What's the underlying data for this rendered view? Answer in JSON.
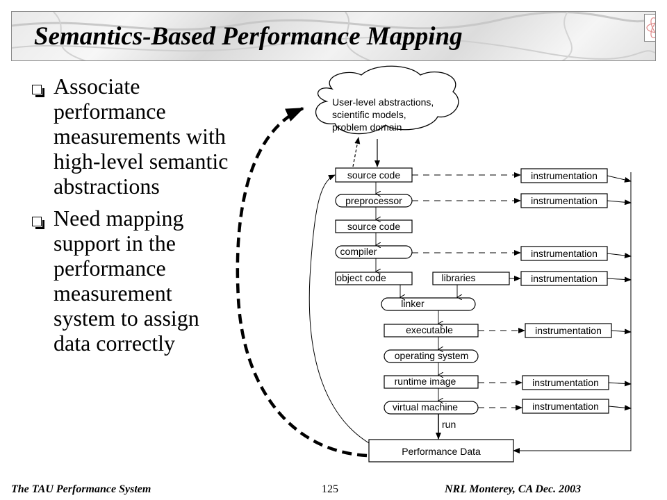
{
  "slide": {
    "title": "Semantics-Based Performance Mapping",
    "logo_symbol": "τ",
    "bullets": [
      "Associate performance measurements with high-level semantic abstractions",
      "Need mapping support in the performance measurement system to assign data correctly"
    ]
  },
  "diagram": {
    "cloud_lines": [
      "User-level abstractions,",
      "scientific models,",
      "problem domain"
    ],
    "nodes": {
      "source_code_1": "source code",
      "preprocessor": "preprocessor",
      "source_code_2": "source code",
      "compiler": "compiler",
      "object_code": "object code",
      "libraries": "libraries",
      "linker": "linker",
      "executable": "executable",
      "operating_system": "operating system",
      "runtime_image": "runtime image",
      "virtual_machine": "virtual machine",
      "run": "run",
      "performance_data": "Performance Data"
    },
    "instrumentation_label": "instrumentation"
  },
  "footer": {
    "left": "The TAU Performance System",
    "page": "125",
    "right": "NRL Monterey, CA Dec. 2003"
  },
  "colors": {
    "accent": "#cc0000",
    "ink": "#000000"
  },
  "icons": {
    "bullet": "checkbox-bullet-icon",
    "logo": "tau-logo-icon"
  }
}
